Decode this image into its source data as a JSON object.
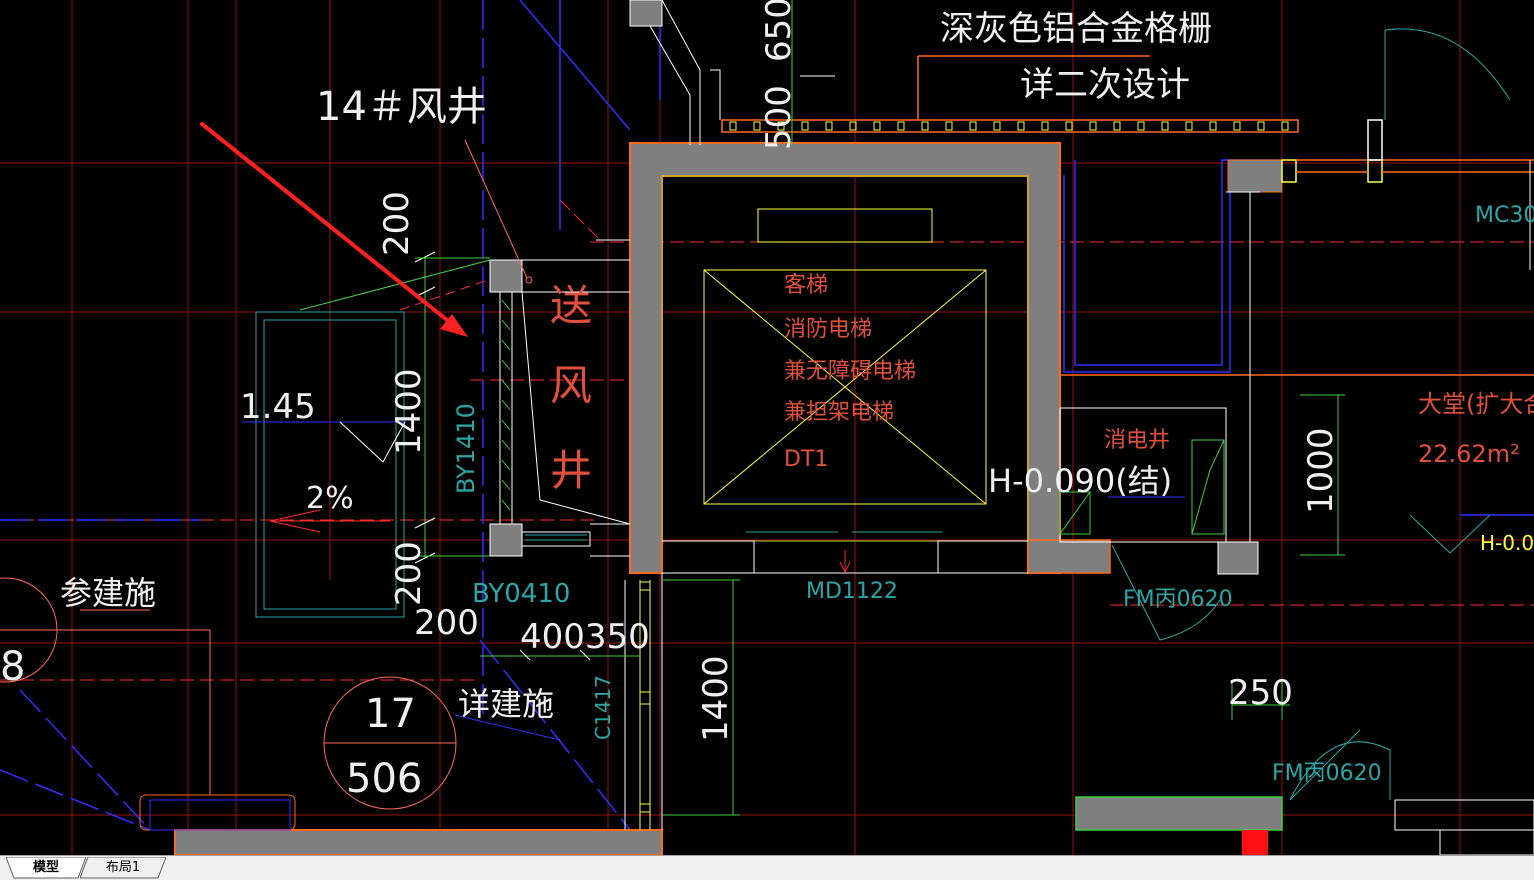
{
  "colors": {
    "background": "#000000",
    "wall_fill": "#7f7f7f",
    "wall_outline": "#ff6a1a",
    "red_line": "#ff2a2a",
    "dark_red_line": "#9a1010",
    "blue_line": "#3030ff",
    "cyan_text": "#2aa6a6",
    "white_text": "#f0f0f0",
    "yellow_line": "#ffff40",
    "green_line": "#40d040",
    "orange_text": "#e0503a",
    "arrow_red": "#ff2020"
  },
  "labels": {
    "grille_note_1": "深灰色铝合金格栅",
    "grille_note_2": "详二次设计",
    "shaft_tag": "14＃风井",
    "supply_char_1": "送",
    "supply_char_2": "风",
    "supply_char_3": "井",
    "elevator_1": "客梯",
    "elevator_2": "消防电梯",
    "elevator_3": "兼无障碍电梯",
    "elevator_4": "兼担架电梯",
    "elevator_5": "DT1",
    "electric_shaft": "消电井",
    "level_mark": "H-0.090(结)",
    "level_mark_right": "H-0.0",
    "lobby": "大堂(扩大合用",
    "lobby_area": "22.62m²",
    "door_mc": "MC30",
    "door_md": "MD1122",
    "door_fm1": "FM丙0620",
    "door_fm2": "FM丙0620",
    "vent_by1": "BY1410",
    "vent_by2": "BY0410",
    "window_c": "C1417",
    "ref_left": "参建施",
    "ref_detail": "详建施",
    "bubble_top": "17",
    "bubble_bottom": "506",
    "bubble_left_fragment": "8",
    "slope_value": "1.45",
    "slope_pct": "2%"
  },
  "dimensions": {
    "d650": "650",
    "d500": "500",
    "d200_top": "200",
    "d1400_left": "1400",
    "d200_bottom": "200",
    "d200_horiz": "200",
    "d400350": "400350",
    "d1000": "1000",
    "d1400_bottom": "1400",
    "d250": "250"
  },
  "tabs": [
    {
      "label": "模型",
      "active": true
    },
    {
      "label": "布局1",
      "active": false
    }
  ]
}
